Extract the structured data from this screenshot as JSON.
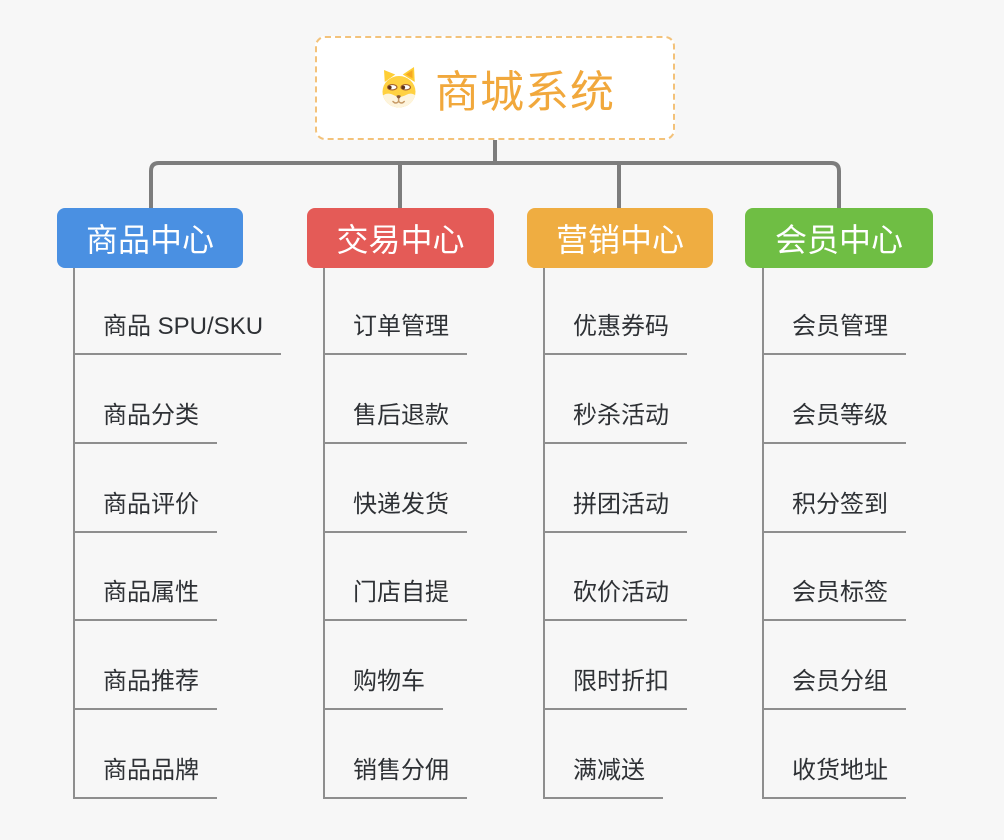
{
  "root": {
    "title": "商城系统",
    "icon": "dog-face-icon",
    "title_color": "#f1a83c",
    "border_color": "#f3c27a"
  },
  "branches": [
    {
      "label": "商品中心",
      "color": "#4a90e2",
      "items": [
        "商品 SPU/SKU",
        "商品分类",
        "商品评价",
        "商品属性",
        "商品推荐",
        "商品品牌"
      ]
    },
    {
      "label": "交易中心",
      "color": "#e45b57",
      "items": [
        "订单管理",
        "售后退款",
        "快递发货",
        "门店自提",
        "购物车",
        "销售分佣"
      ]
    },
    {
      "label": "营销中心",
      "color": "#efad41",
      "items": [
        "优惠券码",
        "秒杀活动",
        "拼团活动",
        "砍价活动",
        "限时折扣",
        "满减送"
      ]
    },
    {
      "label": "会员中心",
      "color": "#6fbe44",
      "items": [
        "会员管理",
        "会员等级",
        "积分签到",
        "会员标签",
        "会员分组",
        "收货地址"
      ]
    }
  ],
  "connector_color": "#7d7d7d",
  "sub_line_color": "#8e8e8e"
}
